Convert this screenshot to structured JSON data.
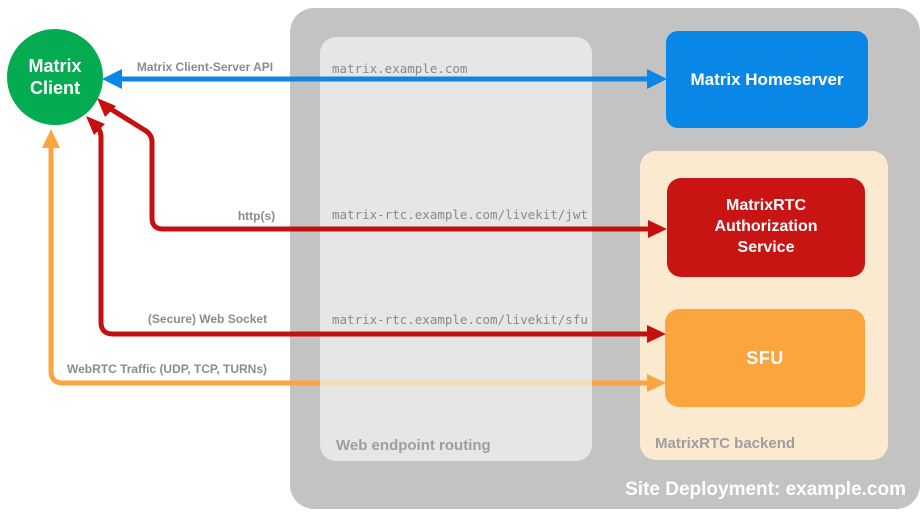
{
  "diagram": {
    "site_title": "Site Deployment: example.com",
    "nodes": {
      "client": "Matrix Client",
      "homeserver": "Matrix Homeserver",
      "auth_service": "MatrixRTC Authorization Service",
      "sfu": "SFU"
    },
    "panels": {
      "routing": "Web endpoint routing",
      "backend": "MatrixRTC backend"
    },
    "connections": [
      {
        "label": "Matrix Client-Server API",
        "endpoint": "matrix.example.com",
        "from": "Matrix Client",
        "to": "Matrix Homeserver",
        "style": "double-arrow",
        "color": "#0887E6"
      },
      {
        "label": "http(s)",
        "endpoint": "matrix-rtc.example.com/livekit/jwt",
        "from": "Matrix Client",
        "to": "MatrixRTC Authorization Service",
        "style": "double-arrow",
        "color": "#C51010"
      },
      {
        "label": "(Secure) Web Socket",
        "endpoint": "matrix-rtc.example.com/livekit/sfu",
        "from": "Matrix Client",
        "to": "SFU",
        "style": "double-arrow",
        "color": "#C51010"
      },
      {
        "label": "WebRTC Traffic (UDP, TCP, TURNs)",
        "from": "Matrix Client",
        "to": "SFU",
        "style": "double-arrow",
        "color": "#FBA53F"
      }
    ],
    "colors": {
      "client_green": "#04AB50",
      "homeserver_blue": "#0887E6",
      "auth_red": "#C91414",
      "arrow_red": "#C51010",
      "sfu_orange": "#FBA53F",
      "backend_peach": "#FBE9D0",
      "outer_gray": "#C3C3C3",
      "panel_gray": "#E6E6E6",
      "label_gray": "#8C8C8C",
      "caption_gray": "#9E9E9E"
    }
  }
}
